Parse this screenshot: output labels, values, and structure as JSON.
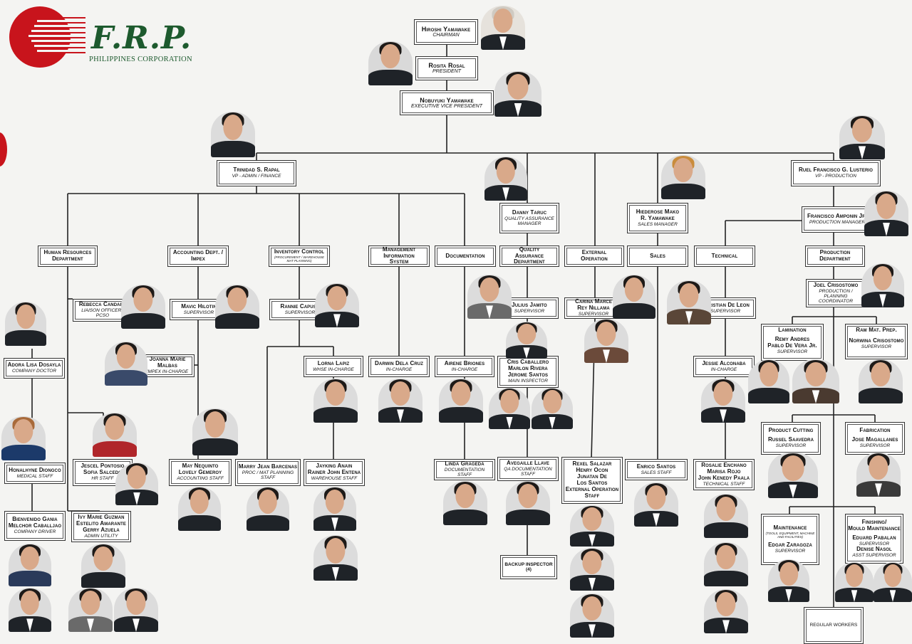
{
  "logo": {
    "name": "F.R.P.",
    "subtitle": "PHILIPPINES CORPORATION"
  },
  "boxes": {
    "chairman": {
      "name": "Hiroshi Yamawake",
      "title": "CHAIRMAN"
    },
    "president": {
      "name": "Rosita Rosal",
      "title": "PRESIDENT"
    },
    "evp": {
      "name": "Nobuyuki Yamawake",
      "title": "EXECUTIVE VICE PRESIDENT"
    },
    "vp_admin": {
      "name": "Trinidad S. Rapal",
      "title": "VP - ADMIN / FINANCE"
    },
    "vp_prod": {
      "name": "Ruel Francisco G. Lusterio",
      "title": "VP - PRODUCTION"
    },
    "qa_mgr": {
      "name": "Danny Taruc",
      "title": "QUALITY ASSURANCE\nMANAGER"
    },
    "sales_mgr": {
      "name": "Hiederose Mako\nR. Yamawake",
      "title": "SALES MANAGER"
    },
    "prod_mgr": {
      "name": "Francisco Amponin Jr.",
      "title": "PRODUCTION MANAGER"
    },
    "hr_dept": {
      "name": "Human Resources\nDepartment",
      "title": ""
    },
    "acct_dept": {
      "name": "Accounting Dept. /\nImpex",
      "title": ""
    },
    "inv_dept": {
      "name": "Inventory Control",
      "title": "(PROCUREMENT / WAREHOUSE\nMAT PLANNING)"
    },
    "mis_dept": {
      "name": "Management\nInformation\nSystem",
      "title": ""
    },
    "doc_dept": {
      "name": "Documentation",
      "title": ""
    },
    "qa_dept": {
      "name": "Quality\nAssurance\nDepartment",
      "title": ""
    },
    "ext_dept": {
      "name": "External\nOperation",
      "title": ""
    },
    "sales_dept": {
      "name": "Sales",
      "title": ""
    },
    "tech_dept": {
      "name": "Technical",
      "title": ""
    },
    "prod_dept": {
      "name": "Production\nDepartment",
      "title": ""
    },
    "liaison": {
      "name": "Rebecca Candare",
      "title": "LIAISON OFFICER /\nPCSO"
    },
    "mavic": {
      "name": "Mavic Hilotin",
      "title": "SUPERVISOR"
    },
    "rannie": {
      "name": "Rannie Capuso",
      "title": "SUPERVISOR"
    },
    "julius": {
      "name": "Julius Jamito",
      "title": "SUPERVISOR"
    },
    "carina": {
      "name": "Carina Marce\nRey Nillama",
      "title": "SUPERVISOR"
    },
    "christian": {
      "name": "Christian De Leon",
      "title": "SUPERVISOR"
    },
    "joel": {
      "name": "Joel Crisostomo",
      "title": "PRODUCTION /\nPLANNING\nCOORDINATOR"
    },
    "joanna": {
      "name": "Joanna Marie\nMalbas",
      "title": "IMPEX IN-CHARGE"
    },
    "lorna": {
      "name": "Lorna Lapiz",
      "title": "WHSE IN-CHARGE"
    },
    "darwin": {
      "name": "Darwin Dela Cruz",
      "title": "IN-CHARGE"
    },
    "airene": {
      "name": "Airene Briones",
      "title": "IN-CHARGE"
    },
    "cris": {
      "name": "Cris Caballero\nMarlon Rivera\nJerome Santos",
      "title": "MAIN INSPECTOR"
    },
    "jessie": {
      "name": "Jessie Alconaba",
      "title": "IN-CHARGE"
    },
    "lamination": {
      "name": "Lamination",
      "title": ""
    },
    "lamination_names": {
      "name": "Remy Andres\nPablo De Vera Jr.",
      "title": "SUPERVISOR"
    },
    "rawmat": {
      "name": "Raw Mat. Prep.",
      "title": ""
    },
    "rawmat_names": {
      "name": "Norwina Crisostomo",
      "title": "SUPERVISOR"
    },
    "adora": {
      "name": "Adora Lisa Dosayla",
      "title": "COMPANY DOCTOR"
    },
    "honalhyne": {
      "name": "Honalhyne Diongco",
      "title": "MEDICAL STAFF"
    },
    "jescel": {
      "name": "Jescel Pontosio\nSofia Salcedo",
      "title": "HR STAFF"
    },
    "may": {
      "name": "May Nequinto\nLovely Gemeroy",
      "title": "ACCOUNTING STAFF"
    },
    "marry": {
      "name": "Marry Jean Barcenas",
      "title": "PROC / MAT PLANNING\nSTAFF"
    },
    "jayking": {
      "name": "Jayking Anain\nRainer John Entena",
      "title": "WAREHOUSE STAFF"
    },
    "linda": {
      "name": "Linda Grageda",
      "title": "DOCUMENTATION STAFF"
    },
    "avegaille": {
      "name": "Avegaille Llave",
      "title": "QA DOCUMENTATION\nSTAFF"
    },
    "rexel": {
      "name": "Rexel Salazar\nHenry Ocon\nJunatan De\nLos Santos\nExternal Operation\nStaff",
      "title": ""
    },
    "enrico": {
      "name": "Enrico Santos",
      "title": "SALES STAFF"
    },
    "rosalie": {
      "name": "Rosalie Enchano\nMarisa Rojo\nJohn Kenedy Paala",
      "title": "TECHNICAL STAFF"
    },
    "cutting": {
      "name": "Product Cutting",
      "title": ""
    },
    "cutting_names": {
      "name": "Russel Saavedra",
      "title": "SUPERVISOR"
    },
    "fabrication": {
      "name": "Fabrication",
      "title": ""
    },
    "fabrication_names": {
      "name": "Jose Magallanes",
      "title": "SUPERVISOR"
    },
    "bienvenido": {
      "name": "Bienvenido Gania\nMelchor Caballjao",
      "title": "COMPANY DRIVER"
    },
    "ivy": {
      "name": "Ivy Marie Guzman\nEstelito Amarante\nGerry Azuela",
      "title": "ADMIN UTILITY"
    },
    "backup": {
      "name": "",
      "title": "BACKUP INSPECTOR (4)"
    },
    "maintenance": {
      "name": "Maintenance",
      "title": "(TOOLS, EQUIPMENT, MACHINE\nAND FACILITIES)"
    },
    "maintenance_names": {
      "name": "Edgar Zaragoza",
      "title": "SUPERVISOR"
    },
    "finishing": {
      "name": "Finishing/\nMould Maintenance",
      "title": ""
    },
    "finishing_names": {
      "name": "Eduard Pabalan",
      "title": "SUPERVISOR"
    },
    "finishing_names2": {
      "name": "Denise Nasol",
      "title": "ASST SUPERVISOR"
    },
    "regular": {
      "name": "",
      "title": "REGULAR WORKERS"
    }
  },
  "colors": {
    "brand_green": "#1d5a2e",
    "brand_red": "#c8141c",
    "line": "#222222"
  }
}
